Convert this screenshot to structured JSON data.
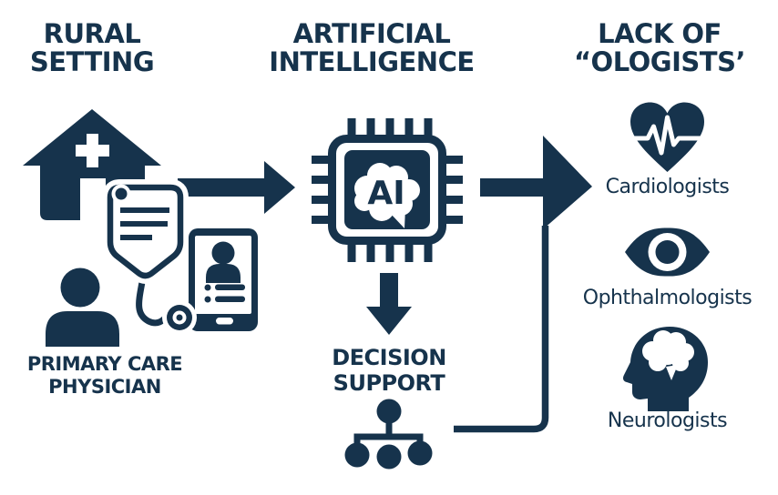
{
  "colors": {
    "navy": "#16334C",
    "background": "#FFFFFF"
  },
  "columns": {
    "left": {
      "title_line1": "RURAL",
      "title_line2": "SETTING",
      "caption_line1": "PRIMARY CARE",
      "caption_line2": "PHYSICIAN",
      "icons": [
        "clinic-house-icon",
        "person-icon",
        "stethoscope-notes-icon",
        "telehealth-phone-icon"
      ]
    },
    "middle": {
      "title_line1": "ARTIFICIAL",
      "title_line2": "INTELLIGENCE",
      "chip_label": "AI",
      "sub_label_line1": "DECISION",
      "sub_label_line2": "SUPPORT",
      "icons": [
        "ai-chip-icon",
        "hierarchy-tree-icon"
      ]
    },
    "right": {
      "title_line1": "LACK OF",
      "title_line2": "“OLOGISTS’",
      "items": [
        {
          "icon": "heart-ekg-icon",
          "label": "Cardiologists"
        },
        {
          "icon": "eye-icon",
          "label": "Ophthalmologists"
        },
        {
          "icon": "head-brain-icon",
          "label": "Neurologists"
        }
      ]
    }
  },
  "connectors": {
    "arrow_left_to_ai": "right-arrow",
    "arrow_ai_to_specialists": "right-arrow",
    "arrow_ai_down": "down-arrow",
    "line_decision_to_specialists": "elbow-line"
  }
}
